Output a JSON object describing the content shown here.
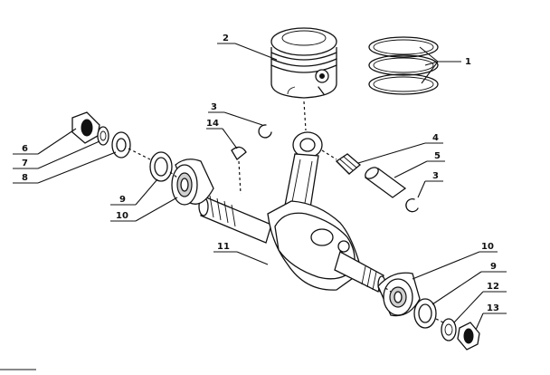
{
  "diagram": {
    "labels": {
      "piston_rings": "1",
      "piston": "2",
      "circlip_left": "3",
      "circlip_right": "3",
      "needle_bearing": "4",
      "piston_pin": "5",
      "nut_left": "6",
      "washer_left_a": "7",
      "washer_left_b": "8",
      "seal_left": "9",
      "seal_right": "9",
      "bearing_left": "10",
      "bearing_right": "10",
      "crankshaft": "11",
      "washer_right": "12",
      "nut_right": "13",
      "woodruff_key": "14"
    }
  }
}
